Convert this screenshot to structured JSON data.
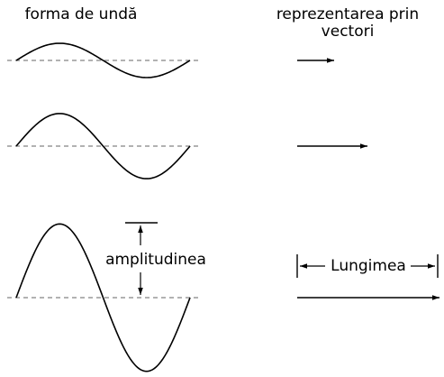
{
  "headers": {
    "waveform": "forma de undă",
    "vector_line1": "reprezentarea prin",
    "vector_line2": "vectori"
  },
  "annotations": {
    "amplitude": "amplitudinea",
    "length": "Lungimea"
  },
  "waves": [
    {
      "amplitude_ratio": 1.0,
      "cycles": 1
    },
    {
      "amplitude_ratio": 1.9,
      "cycles": 1
    },
    {
      "amplitude_ratio": 4.3,
      "cycles": 1
    }
  ],
  "vectors": [
    {
      "magnitude_ratio": 1.0
    },
    {
      "magnitude_ratio": 1.9
    },
    {
      "magnitude_ratio": 4.3
    }
  ],
  "colors": {
    "stroke": "#000000",
    "baseline": "#999999"
  }
}
